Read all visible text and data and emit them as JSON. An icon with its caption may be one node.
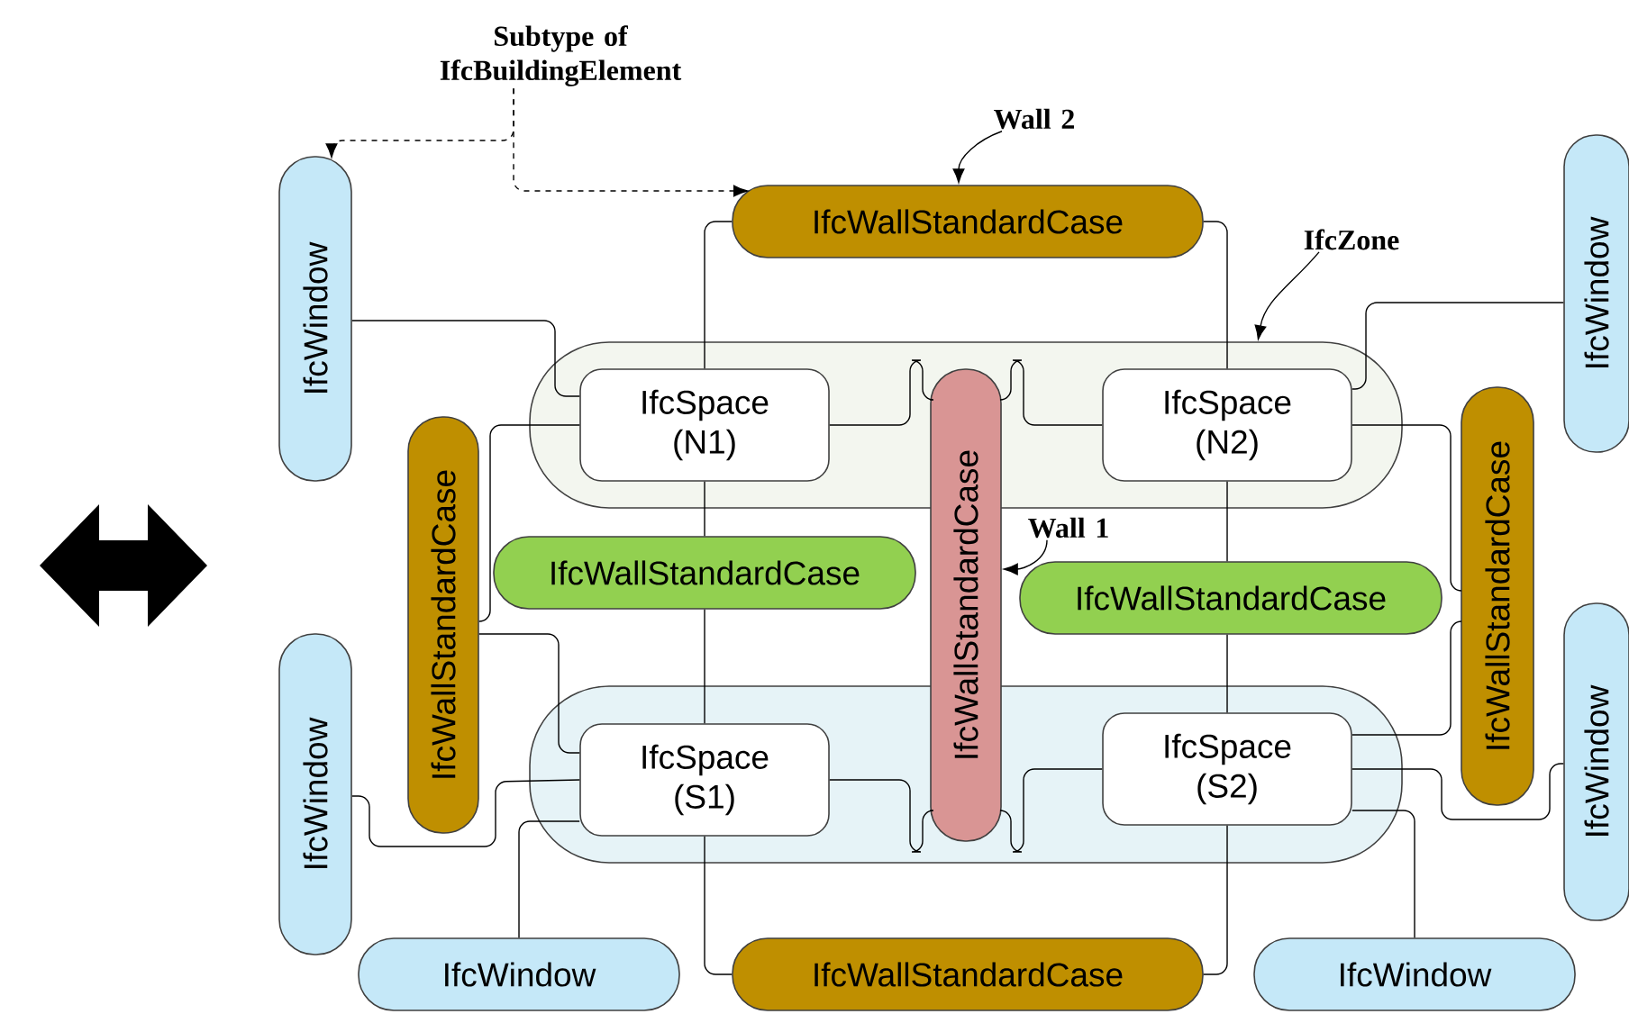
{
  "diagram": {
    "nodes": [
      {
        "text": [
          "Subtype of IfcBuildingElement"
        ]
      },
      {
        "text": [
          "Wall 2"
        ]
      },
      {
        "text": [
          "IfcZone"
        ]
      },
      {
        "text": [
          "Wall 1"
        ]
      },
      {
        "text": [],
        "shape": "box"
      },
      {
        "text": [
          "IfcSpace (N1)"
        ],
        "in": 4
      },
      {
        "text": [
          "IfcSpace (N2)"
        ],
        "in": 4
      },
      {
        "text": [],
        "shape": "box"
      },
      {
        "text": [
          "IfcSpace (S1)"
        ],
        "in": 7
      },
      {
        "text": [
          "IfcSpace (S2)"
        ],
        "in": 7
      },
      {
        "text": [
          "IfcWindow"
        ]
      },
      {
        "text": [
          "IfcWallStandardCase"
        ]
      },
      {
        "text": [
          "IfcWindow"
        ]
      },
      {
        "text": [
          "IfcWallStandardCase"
        ]
      },
      {
        "text": [
          "IfcWallStandardCase"
        ]
      },
      {
        "text": [
          "IfcWallStandardCase"
        ]
      },
      {
        "text": [
          "IfcWallStandardCase"
        ]
      },
      {
        "text": [
          "IfcWallStandardCase"
        ]
      },
      {
        "text": [
          "IfcWindow"
        ]
      },
      {
        "text": [
          "IfcWindow"
        ]
      },
      {
        "text": [
          "IfcWindow"
        ]
      },
      {
        "text": [
          "IfcWallStandardCase"
        ]
      },
      {
        "text": [
          "IfcWindow"
        ]
      }
    ],
    "edges": [
      {
        "from": 0,
        "to": 10,
        "arrow": "to",
        "style": "dashed"
      },
      {
        "from": 0,
        "to": 11,
        "arrow": "to",
        "style": "dashed"
      },
      {
        "from": 1,
        "to": 11,
        "arrow": "to"
      },
      {
        "from": 2,
        "to": 4,
        "arrow": "to"
      },
      {
        "from": 3,
        "to": 14,
        "arrow": "to"
      },
      {
        "from": 10,
        "to": 5,
        "arrow": "none"
      },
      {
        "from": 11,
        "to": 5,
        "arrow": "none"
      },
      {
        "from": 5,
        "to": 16,
        "arrow": "none"
      },
      {
        "from": 16,
        "to": 8,
        "arrow": "none"
      },
      {
        "from": 8,
        "to": 21,
        "arrow": "none"
      },
      {
        "from": 11,
        "to": 6,
        "arrow": "none"
      },
      {
        "from": 6,
        "to": 17,
        "arrow": "none"
      },
      {
        "from": 17,
        "to": 9,
        "arrow": "none"
      },
      {
        "from": 9,
        "to": 21,
        "arrow": "none"
      },
      {
        "from": 5,
        "to": 14,
        "arrow": "none"
      },
      {
        "from": 14,
        "to": 6,
        "arrow": "none"
      },
      {
        "from": 8,
        "to": 14,
        "arrow": "none"
      },
      {
        "from": 14,
        "to": 9,
        "arrow": "none"
      },
      {
        "from": 5,
        "to": 13,
        "arrow": "none"
      },
      {
        "from": 13,
        "to": 8,
        "arrow": "none"
      },
      {
        "from": 8,
        "to": 18,
        "arrow": "none"
      },
      {
        "from": 8,
        "to": 20,
        "arrow": "none"
      },
      {
        "from": 6,
        "to": 15,
        "arrow": "none"
      },
      {
        "from": 15,
        "to": 9,
        "arrow": "none"
      },
      {
        "from": 6,
        "to": 12,
        "arrow": "none"
      },
      {
        "from": 9,
        "to": 19,
        "arrow": "none"
      },
      {
        "from": 9,
        "to": 22,
        "arrow": "none"
      }
    ]
  }
}
